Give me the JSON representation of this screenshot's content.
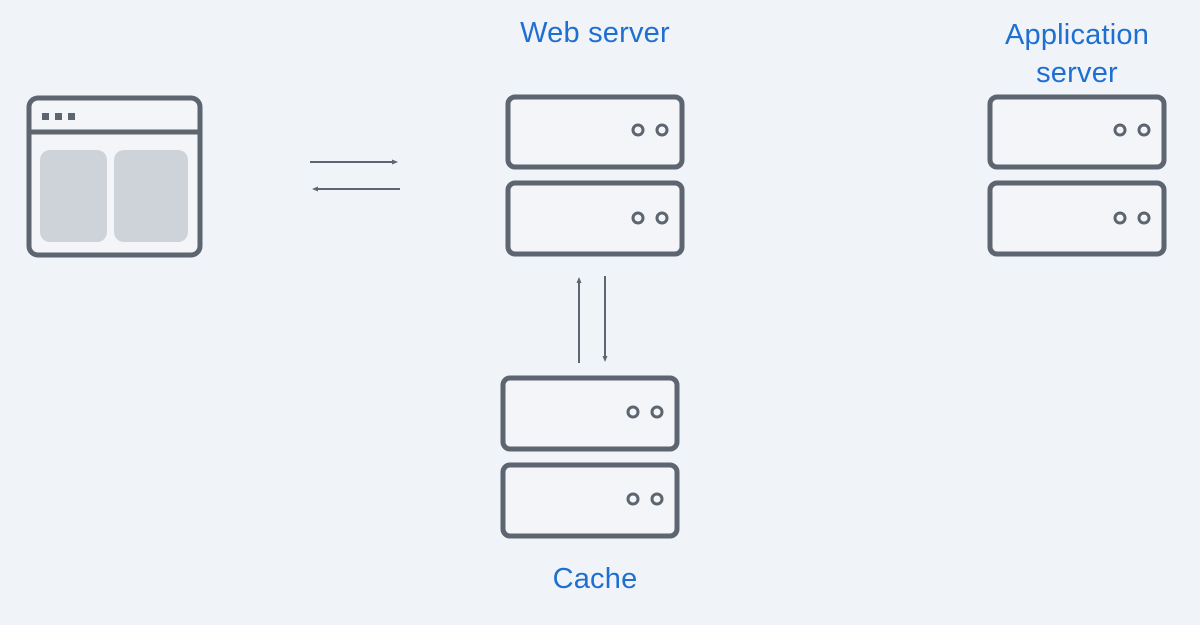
{
  "labels": {
    "web_server": "Web server",
    "application_server": "Application server",
    "cache": "Cache"
  },
  "nodes": [
    {
      "id": "browser",
      "icon": "browser-window-icon"
    },
    {
      "id": "web_server",
      "icon": "server-stack-icon",
      "units": 2
    },
    {
      "id": "application_server",
      "icon": "server-stack-icon",
      "units": 2
    },
    {
      "id": "cache",
      "icon": "server-stack-icon",
      "units": 2
    }
  ],
  "connections": [
    {
      "from": "browser",
      "to": "web_server",
      "direction": "bidirectional"
    },
    {
      "from": "web_server",
      "to": "cache",
      "direction": "bidirectional"
    }
  ],
  "colors": {
    "background": "#f0f3f7",
    "outline": "#5c6570",
    "label": "#1f6fd1",
    "panel_fill": "#ced3da",
    "unit_fill": "#f3f5f8"
  }
}
